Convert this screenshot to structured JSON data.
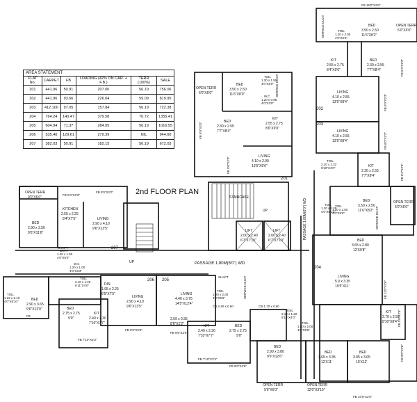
{
  "title": "2nd FLOOR PLAN",
  "area_statement": {
    "caption": "AREA STATEMENT",
    "headers": [
      "FLAT No.",
      "CARPET",
      "FB",
      "LOADING (42% ON CAR. + F.B.)",
      "TERR (100%)",
      "SALE"
    ],
    "rows": [
      [
        "201",
        "441.96",
        "50.91",
        "207.00",
        "56.19",
        "756.06"
      ],
      [
        "202",
        "441.96",
        "93.66",
        "226.04",
        "59.09",
        "819.95"
      ],
      [
        "203",
        "412.100",
        "97.05",
        "157.84",
        "56.19",
        "722.38"
      ],
      [
        "204",
        "764.24",
        "140.47",
        "379.58",
        "70.72",
        "1355.41"
      ],
      [
        "205",
        "604.94",
        "71.37",
        "284.05",
        "56.19",
        "1016.55"
      ],
      [
        "206",
        "535.40",
        "129.61",
        "279.39",
        "NIL",
        "944.60"
      ],
      [
        "207",
        "382.03",
        "50.91",
        "182.15",
        "56.19",
        "672.03"
      ]
    ]
  },
  "labels": {
    "passage_main": "PASSAGE 1.80M(6'0\") WD",
    "passage_vertical": "PASSAGE 1.80M(6'0\") WD",
    "staircase": "STAIRCASE",
    "up1": "UP",
    "up2": "UP",
    "lift1": "LIFT",
    "lift1_dim": "2.00 x 2.40",
    "lift1_ft": "6'7\"X7'10\"",
    "lift2": "LIFT",
    "lift2_dim": "2.00 x 2.40",
    "lift2_ft": "6'7\"X7'10\"",
    "cb1": "CB 2.40 x 0.60",
    "cb2": "CB 1.70 x 0.60",
    "service_duct1": "SERVICE DUCT",
    "service_duct2": "SERVICE DUCT",
    "service_duct3": "SERVICE DUCT",
    "service_duct4": "SERVICE DUCT",
    "shaft1": "SHAFT",
    "shaft2": "SHAFT"
  },
  "flats": {
    "f201": {
      "no": "201",
      "living": "LIVING",
      "living_dim": "4.10 x 2.90",
      "living_ft": "13'5\"X9'6\"",
      "bed": "BED",
      "bed_dim": "3.50 x 2.50",
      "bed_ft": "11'6\"X8'0\"",
      "bed2": "BED",
      "bed2_dim": "2.30 x 2.55",
      "bed2_ft": "7'7\"X8'4\"",
      "kit": "KIT",
      "kit_dim": "2.55 x 2.75",
      "kit_ft": "8'6\"X9'0\"",
      "terr": "OPEN TERR",
      "terr_ft": "6'0\"X6'0\"",
      "toil": "TOIL",
      "toil_dim": "1.20 x 1.50",
      "toil_ft": "4'0\"X5'0\"",
      "wc": "W.C",
      "wc_dim": "1.20 x 0.95",
      "wc_ft": "4'0\"X3'0\"",
      "fb1": "FB 8'0\"X2'0\"",
      "fb2": "FB 9'0\"X2'0\""
    },
    "f202": {
      "no": "202",
      "living": "LIVING",
      "living_dim": "4.10 x 2.55",
      "living_ft": "13'5\"X8'4\"",
      "bed": "BED",
      "bed_dim": "3.50 x 2.50",
      "bed_ft": "11'6\"X8'2\"",
      "bed2": "BED",
      "bed2_dim": "2.30 x 2.55",
      "bed2_ft": "7'7\"X8'4\"",
      "kit": "KIT",
      "kit_dim": "2.55 x 2.75",
      "kit_ft": "8'4\"X9'0\"",
      "terr": "OPEN TERR",
      "terr_ft": "6'0\"X6'0\"",
      "toil": "TOIL",
      "toil_dim": "1.20 x 2.00",
      "toil_ft": "4'0\"X6'6\"",
      "fb1": "FB 15'0\"X2'6\"",
      "fb2": "FB 6'4\"X2'3\"",
      "fb3": "FB 6'0\"X2'3\""
    },
    "f203": {
      "no": "203",
      "living": "LIVING",
      "living_dim": "4.10 x 2.55",
      "living_ft": "13'5\"X8'4\"",
      "bed": "BED",
      "bed_dim": "3.50 x 2.50",
      "bed_ft": "11'6\"X8'2\"",
      "kit": "KIT",
      "kit_dim": "2.30 x 2.55",
      "kit_ft": "7'7\"X8'4\"",
      "terr": "OPEN TERR",
      "terr_ft": "6'0\"X6'0\"",
      "toil": "TOIL",
      "toil_dim": "2.10 x 1.22",
      "toil_ft": "6'10\"X4'0\"",
      "toil2": "TOIL",
      "toil2_dim": "1.20 x 2.00",
      "toil2_ft": "4'0\"X6'6\"",
      "fb1": "FB 6'0\"X2'3\"",
      "fb2": "FB 6'4\"X2'3\""
    },
    "f204": {
      "no": "204",
      "living": "LIVING",
      "living_dim": "5.9 x 3.35",
      "living_ft": "19'5\"X11'",
      "bed": "BED",
      "bed_dim": "3.65 x 2.80",
      "bed_ft": "12'X9'8\"",
      "bed2": "BED",
      "bed2_dim": "3.65 x 3.35",
      "bed2_ft": "12'X11'",
      "bed3": "BED",
      "bed3_dim": "3.05 x 3.65",
      "bed3_ft": "10'X12'",
      "bed4": "BED",
      "bed4_dim": "2.90 x 3.80",
      "bed4_ft": "9'6\"X12'6\"",
      "kit": "KIT",
      "kit_dim": "2.70 x 2.55",
      "kit_ft": "8'10\"X8'4\"",
      "terr": "OPEN TERR",
      "terr_ft": "12'0\"X3'10\"",
      "terr2": "OPEN TERR",
      "terr2_ft": "9'6\"X6'0\"",
      "toil": "TOIL",
      "toil_dim": "1.20 x 2.20",
      "toil_ft": "4'0\"X6'11\"",
      "toil2": "TOIL",
      "toil2_dim": "2.10 x 1.22",
      "toil2_ft": "6'10\"X4'0\"",
      "toil3": "TOIL",
      "toil3_dim": "1.20 x 2.00",
      "toil3_ft": "4'0\"X6'6\"",
      "fb1": "FB 11'0\"X2'6\"",
      "fb2": "FB 10'0\"X2'0\"",
      "fb3": "FB 9'0\"X2'6\"",
      "fb4": "FB 5'0\"X2'6\""
    },
    "f205": {
      "no": "205",
      "living": "LIVING",
      "living_dim": "4.40 x 3.75",
      "living_ft": "14'5\"X12'4\"",
      "dim2": "2.59 x 0.35",
      "dim2_ft": "8'6\"X1'2\"",
      "kit": "KIT",
      "kit_dim": "2.40 x 2.30",
      "kit_ft": "7'10\"X7'7\"",
      "bed": "BED",
      "bed_dim": "2.75 x 2.75",
      "bed_ft": "9'0\"",
      "toil": "TOIL",
      "toil_dim": "1.20 x 2.00",
      "toil_ft": "4'0\"X6'6\"",
      "fb1": "FB 9'6\"X2'6\"",
      "fb2": "FB 7'10\"X3'3\"",
      "fb3": "FB 9'0\"X2'6\""
    },
    "f206": {
      "no": "206",
      "living": "LIVING",
      "living_dim": "2.90 x 4.10",
      "living_ft": "9'6\"X13'5\"",
      "din": "DIN",
      "din_dim": "1.95 x 2.25",
      "din_ft": "6'5\"X7'5\"",
      "kit": "KIT",
      "kit_dim": "2.40 x 2.30",
      "kit_ft": "7'10\"X7'7\"",
      "bed": "BED",
      "bed_dim": "2.75 x 2.75",
      "bed_ft": "9'0\"",
      "bed2": "BED",
      "bed2_dim": "2.90 x 3.65",
      "bed2_ft": "9'6\"X12'0\"",
      "toil": "TOIL",
      "toil_dim": "2.10 x 1.20",
      "toil_ft": "6'11\"X4'0\"",
      "toil2": "TOIL",
      "toil2_dim": "1.22 x 2.10",
      "toil2_ft": "4'0\"X6'10\"",
      "fb1": "FB 9'6\"X2'6\"",
      "fb2": "FB 7'10\"X3'3\"",
      "fb3": "FB"
    },
    "f207": {
      "no": "207",
      "living": "LIVING",
      "living_dim": "2.90 x 4.10",
      "living_ft": "9'6\"X13'5\"",
      "bed": "BED",
      "bed_dim": "2.90 x 3.50",
      "bed_ft": "9'6\"X11'6\"",
      "kit": "KITCHEN",
      "kit_dim": "2.55 x 2.25",
      "kit_ft": "8'4\"X7'5\"",
      "terr": "OPEN TERR",
      "terr_ft": "9'0\"X6'0\"",
      "bath": "BATH",
      "bath_dim": "1.20 x 1.50",
      "bath_ft": "4'0\"X5'0\"",
      "wc": "W.C",
      "wc_dim": "1.20 x 1.00",
      "wc_ft": "4'0\"X3'3\"",
      "fb1": "FB 8'4\"X2'3\"",
      "fb2": "FB 9'0\"X2'0\""
    }
  }
}
